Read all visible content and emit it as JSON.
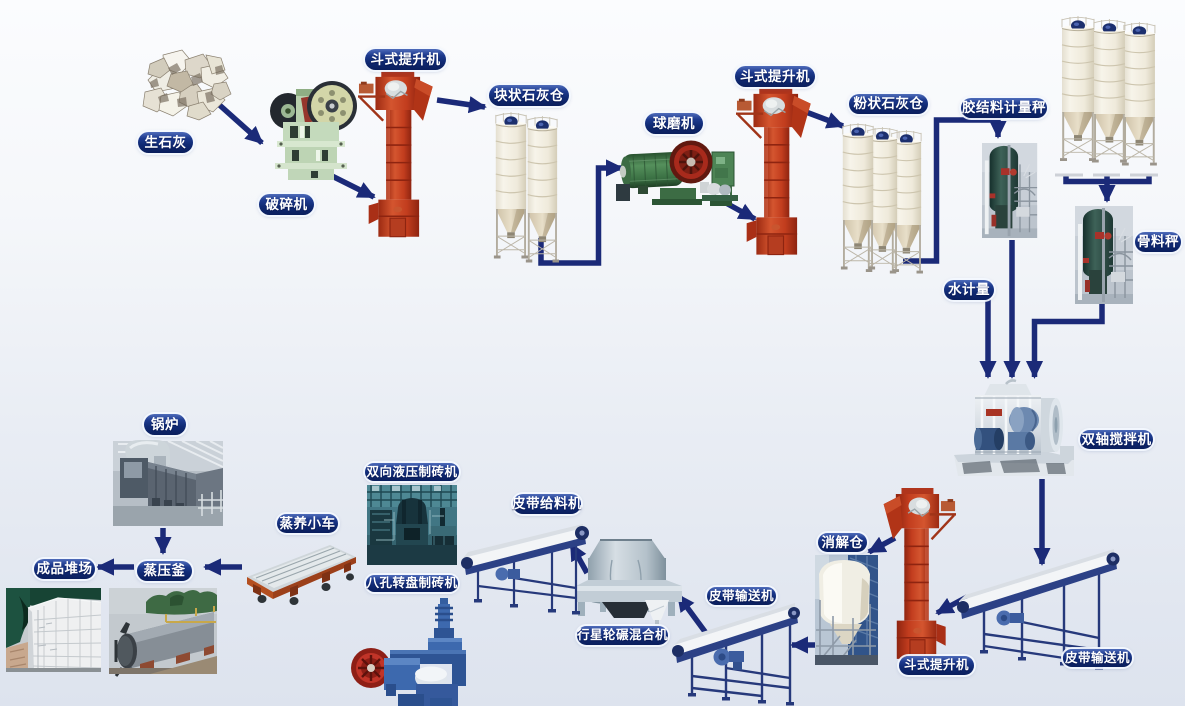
{
  "diagram": {
    "type": "process-flow-diagram",
    "subject": "sand-lime brick production line equipment flow",
    "background_top": "#fbfcfe",
    "background_bottom": "#dde3ee",
    "arrow_color": "#1b2a78",
    "label_bg_color": "#112a74",
    "label_text_color": "#ffffff"
  },
  "nodes": {
    "quicklime": {
      "label": "生石灰"
    },
    "crusher": {
      "label": "破碎机"
    },
    "bucket_elevator_1": {
      "label": "斗式提升机"
    },
    "lump_lime_silo": {
      "label": "块状石灰仓"
    },
    "ball_mill": {
      "label": "球磨机"
    },
    "bucket_elevator_2": {
      "label": "斗式提升机"
    },
    "powder_lime_silo": {
      "label": "粉状石灰仓"
    },
    "binder_scale": {
      "label": "胶结料计量秤"
    },
    "aggregate_scale": {
      "label": "骨料秤"
    },
    "water_meter": {
      "label": "水计量"
    },
    "twin_shaft_mixer": {
      "label": "双轴搅拌机"
    },
    "belt_conveyor_1": {
      "label": "皮带输送机"
    },
    "bucket_elevator_3": {
      "label": "斗式提升机"
    },
    "digestion_silo": {
      "label": "消解仓"
    },
    "belt_conveyor_2": {
      "label": "皮带输送机"
    },
    "planetary_mixer": {
      "label": "行星轮碾混合机"
    },
    "belt_feeder": {
      "label": "皮带给料机"
    },
    "hydraulic_brick_machine": {
      "label": "双向液压制砖机"
    },
    "rotary_brick_machine": {
      "label": "八孔转盘制砖机"
    },
    "steam_cart": {
      "label": "蒸养小车"
    },
    "autoclave": {
      "label": "蒸压釜"
    },
    "boiler": {
      "label": "锅炉"
    },
    "product_yard": {
      "label": "成品堆场"
    }
  },
  "flow": [
    "quicklime → crusher",
    "crusher → bucket_elevator_1",
    "bucket_elevator_1 → lump_lime_silo",
    "lump_lime_silo → ball_mill",
    "ball_mill → bucket_elevator_2",
    "bucket_elevator_2 → powder_lime_silo",
    "powder_lime_silo → binder_scale",
    "aggregate_silos → aggregate_scale",
    "binder_scale → twin_shaft_mixer",
    "aggregate_scale → twin_shaft_mixer",
    "water_meter → twin_shaft_mixer",
    "twin_shaft_mixer → belt_conveyor_1",
    "belt_conveyor_1 → bucket_elevator_3",
    "bucket_elevator_3 → digestion_silo",
    "digestion_silo → belt_conveyor_2",
    "belt_conveyor_2 → planetary_mixer",
    "planetary_mixer → belt_feeder",
    "steam_cart → autoclave",
    "autoclave → product_yard",
    "boiler → autoclave"
  ]
}
